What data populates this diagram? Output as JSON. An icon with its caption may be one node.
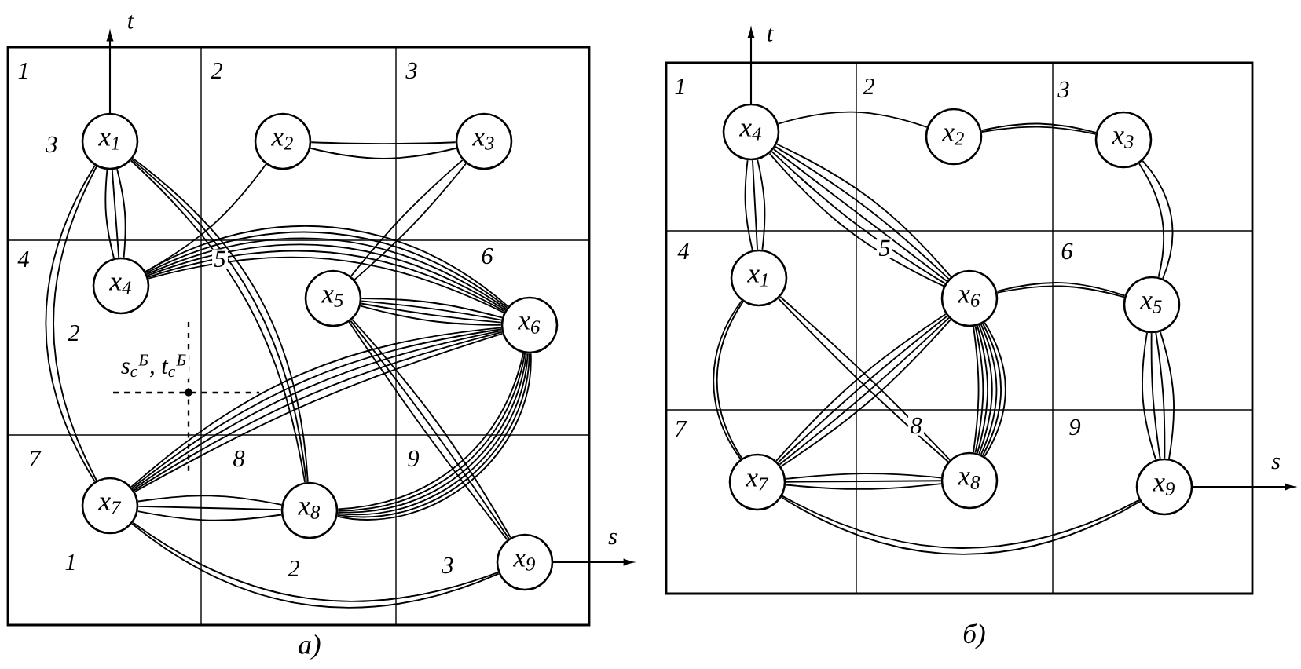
{
  "diagram": {
    "nodes": [
      {
        "text": [
          "а)"
        ]
      },
      {
        "text": [
          "x$_{1}$"
        ],
        "in": 0
      },
      {
        "text": [
          "x$_{2}$"
        ],
        "in": 0
      },
      {
        "text": [
          "x$_{3}$"
        ],
        "in": 0
      },
      {
        "text": [
          "x$_{4}$"
        ],
        "in": 0
      },
      {
        "text": [
          "x$_{5}$"
        ],
        "in": 0
      },
      {
        "text": [
          "x$_{6}$"
        ],
        "in": 0
      },
      {
        "text": [
          "x$_{7}$"
        ],
        "in": 0
      },
      {
        "text": [
          "x$_{8}$"
        ],
        "in": 0
      },
      {
        "text": [
          "x$_{9}$"
        ],
        "in": 0
      },
      {
        "text": [
          "б)"
        ]
      },
      {
        "text": [
          "x$_{4}$"
        ],
        "in": 10
      },
      {
        "text": [
          "x$_{2}$"
        ],
        "in": 10
      },
      {
        "text": [
          "x$_{3}$"
        ],
        "in": 10
      },
      {
        "text": [
          "x$_{1}$"
        ],
        "in": 10
      },
      {
        "text": [
          "x$_{6}$"
        ],
        "in": 10
      },
      {
        "text": [
          "x$_{5}$"
        ],
        "in": 10
      },
      {
        "text": [
          "x$_{7}$"
        ],
        "in": 10
      },
      {
        "text": [
          "x$_{8}$"
        ],
        "in": 10
      },
      {
        "text": [
          "x$_{9}$"
        ],
        "in": 10
      }
    ],
    "edges": [
      {
        "from": 2,
        "to": 3,
        "arrow": "none"
      },
      {
        "from": 2,
        "to": 3,
        "arrow": "none"
      },
      {
        "from": 2,
        "to": 4,
        "arrow": "none"
      },
      {
        "from": 1,
        "to": 4,
        "arrow": "none"
      },
      {
        "from": 1,
        "to": 4,
        "arrow": "none"
      },
      {
        "from": 1,
        "to": 4,
        "arrow": "none"
      },
      {
        "from": 1,
        "to": 7,
        "arrow": "none"
      },
      {
        "from": 1,
        "to": 7,
        "arrow": "none"
      },
      {
        "from": 1,
        "to": 8,
        "arrow": "none"
      },
      {
        "from": 1,
        "to": 8,
        "arrow": "none"
      },
      {
        "from": 1,
        "to": 8,
        "arrow": "none"
      },
      {
        "from": 3,
        "to": 5,
        "arrow": "none"
      },
      {
        "from": 3,
        "to": 5,
        "arrow": "none"
      },
      {
        "from": 4,
        "to": 6,
        "arrow": "none"
      },
      {
        "from": 4,
        "to": 6,
        "arrow": "none"
      },
      {
        "from": 4,
        "to": 6,
        "arrow": "none"
      },
      {
        "from": 4,
        "to": 6,
        "arrow": "none"
      },
      {
        "from": 4,
        "to": 6,
        "arrow": "none"
      },
      {
        "from": 4,
        "to": 6,
        "arrow": "none"
      },
      {
        "from": 5,
        "to": 6,
        "arrow": "none"
      },
      {
        "from": 5,
        "to": 6,
        "arrow": "none"
      },
      {
        "from": 5,
        "to": 6,
        "arrow": "none"
      },
      {
        "from": 5,
        "to": 6,
        "arrow": "none"
      },
      {
        "from": 5,
        "to": 9,
        "arrow": "none"
      },
      {
        "from": 5,
        "to": 9,
        "arrow": "none"
      },
      {
        "from": 5,
        "to": 9,
        "arrow": "none"
      },
      {
        "from": 6,
        "to": 7,
        "arrow": "none"
      },
      {
        "from": 6,
        "to": 7,
        "arrow": "none"
      },
      {
        "from": 6,
        "to": 7,
        "arrow": "none"
      },
      {
        "from": 6,
        "to": 7,
        "arrow": "none"
      },
      {
        "from": 6,
        "to": 7,
        "arrow": "none"
      },
      {
        "from": 6,
        "to": 8,
        "arrow": "none"
      },
      {
        "from": 6,
        "to": 8,
        "arrow": "none"
      },
      {
        "from": 6,
        "to": 8,
        "arrow": "none"
      },
      {
        "from": 6,
        "to": 8,
        "arrow": "none"
      },
      {
        "from": 6,
        "to": 8,
        "arrow": "none"
      },
      {
        "from": 6,
        "to": 8,
        "arrow": "none"
      },
      {
        "from": 7,
        "to": 8,
        "arrow": "none"
      },
      {
        "from": 7,
        "to": 8,
        "arrow": "none"
      },
      {
        "from": 7,
        "to": 8,
        "arrow": "none"
      },
      {
        "from": 7,
        "to": 9,
        "arrow": "none"
      },
      {
        "from": 7,
        "to": 9,
        "arrow": "none"
      },
      {
        "from": 11,
        "to": 12,
        "arrow": "none"
      },
      {
        "from": 12,
        "to": 13,
        "arrow": "none"
      },
      {
        "from": 12,
        "to": 13,
        "arrow": "none"
      },
      {
        "from": 13,
        "to": 16,
        "arrow": "none"
      },
      {
        "from": 13,
        "to": 16,
        "arrow": "none"
      },
      {
        "from": 11,
        "to": 14,
        "arrow": "none"
      },
      {
        "from": 11,
        "to": 14,
        "arrow": "none"
      },
      {
        "from": 11,
        "to": 14,
        "arrow": "none"
      },
      {
        "from": 11,
        "to": 15,
        "arrow": "none"
      },
      {
        "from": 11,
        "to": 15,
        "arrow": "none"
      },
      {
        "from": 11,
        "to": 15,
        "arrow": "none"
      },
      {
        "from": 11,
        "to": 15,
        "arrow": "none"
      },
      {
        "from": 11,
        "to": 15,
        "arrow": "none"
      },
      {
        "from": 14,
        "to": 17,
        "arrow": "none"
      },
      {
        "from": 14,
        "to": 17,
        "arrow": "none"
      },
      {
        "from": 14,
        "to": 18,
        "arrow": "none"
      },
      {
        "from": 14,
        "to": 18,
        "arrow": "none"
      },
      {
        "from": 15,
        "to": 17,
        "arrow": "none"
      },
      {
        "from": 15,
        "to": 17,
        "arrow": "none"
      },
      {
        "from": 15,
        "to": 17,
        "arrow": "none"
      },
      {
        "from": 15,
        "to": 17,
        "arrow": "none"
      },
      {
        "from": 15,
        "to": 18,
        "arrow": "none"
      },
      {
        "from": 15,
        "to": 18,
        "arrow": "none"
      },
      {
        "from": 15,
        "to": 18,
        "arrow": "none"
      },
      {
        "from": 15,
        "to": 18,
        "arrow": "none"
      },
      {
        "from": 15,
        "to": 18,
        "arrow": "none"
      },
      {
        "from": 15,
        "to": 18,
        "arrow": "none"
      },
      {
        "from": 15,
        "to": 18,
        "arrow": "none"
      },
      {
        "from": 15,
        "to": 16,
        "arrow": "none"
      },
      {
        "from": 15,
        "to": 16,
        "arrow": "none"
      },
      {
        "from": 16,
        "to": 19,
        "arrow": "none"
      },
      {
        "from": 16,
        "to": 19,
        "arrow": "none"
      },
      {
        "from": 16,
        "to": 19,
        "arrow": "none"
      },
      {
        "from": 16,
        "to": 19,
        "arrow": "none"
      },
      {
        "from": 17,
        "to": 18,
        "arrow": "none"
      },
      {
        "from": 17,
        "to": 18,
        "arrow": "none"
      },
      {
        "from": 17,
        "to": 18,
        "arrow": "none"
      },
      {
        "from": 17,
        "to": 19,
        "arrow": "none"
      },
      {
        "from": 17,
        "to": 19,
        "arrow": "none"
      }
    ],
    "labels": [
      "1",
      "2",
      "3",
      "3",
      "4",
      "5",
      "6",
      "2",
      "s$_{c}$$^{Б}$, t$_{c}$$^{Б}$",
      "7",
      "8",
      "9",
      "1",
      "2",
      "3",
      "t",
      "s",
      "1",
      "2",
      "3",
      "4",
      "5",
      "6",
      "7",
      "8",
      "9",
      "t",
      "s"
    ]
  }
}
